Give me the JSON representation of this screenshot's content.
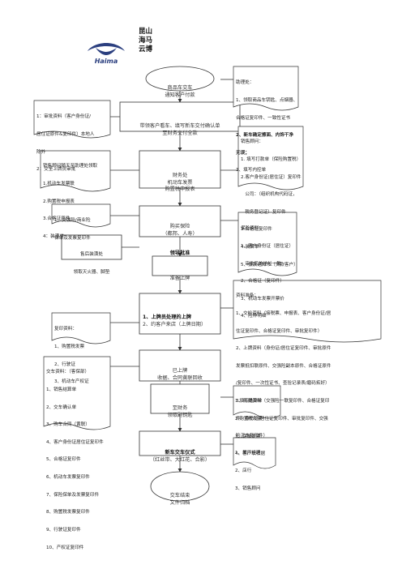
{
  "brand": {
    "name_lines": [
      "昆山",
      "海马",
      "云博"
    ],
    "logo_text": "Haima"
  },
  "nodes": {
    "start": [
      "商品车交车",
      "通知客户付款"
    ],
    "step1": [
      "带领客户看车、填写新车交付确认单",
      "至财务交付全款"
    ],
    "step2": [
      "财务处",
      "机动车发票",
      "购置税申报表"
    ],
    "step3": [
      "购买保险",
      "（都邦、人寿）",
      "领导批准"
    ],
    "step4": [
      "准备上牌"
    ],
    "step5a": [
      "1、上牌员处理的上牌",
      "2、约客户来店（上牌日期）"
    ],
    "step6": [
      "已上牌",
      "收据、合同黄联回收"
    ],
    "step7": [
      "至财务",
      "领取副钥匙"
    ],
    "step8": [
      "新车交车仪式",
      "（红丝带、大红花、合影）"
    ],
    "end": [
      "交车结束",
      "文件归档"
    ]
  },
  "notes": {
    "right1": [
      "助理处：",
      "1、领取商品车钥匙、点烟器、",
      "合格证复印件、一致性证书",
      "2、新车确定擦面、内饰干净",
      "无误；",
      "3、填写内控单"
    ],
    "left1": [
      "1：审批资料（客户身份证/",
      "居住证原件&复印件）本地人",
      "除外",
      "2：交至上牌员审批"
    ],
    "right2": [
      "销售顾问：",
      "1. 填写打款单（保险购置税）",
      "2.客户身份证(居住证）复印件",
      "   公司：（组织机构代码证，",
      "   税务登记证）复印件",
      "3.合格证复印件",
      "4.装潢单",
      "5、拔款通知书（贷款客户）"
    ],
    "left2": [
      "销售顾问随天至助理处领取",
      "1.机动车发票联",
      "2.购置税申报表",
      "3.合格证原件",
      "4：装潢单"
    ],
    "left3": [
      "1、交强险/商业险",
      "保单及发票复印件"
    ],
    "right3": [
      "保险资料：",
      "1、客户身份证（居住证）",
      "   审批后的地址一致",
      "2、合格证（复印件）",
      "3、机动车发票开票价",
      "4、险种明细"
    ],
    "left4": [
      "售后装潢处",
      "领取灭火器、脚垫"
    ],
    "right4": [
      "资料准备：",
      "1、交检资料（接税票、申报表、客户身份证/居",
      "住证复印件、合格证复印件、审批复印件）",
      "2、上牌资料（身份证/居住证复印件、审批原件",
      "发票抵扣联原件、交强险副本原件、合格证原件",
      "/复印件、一次性证书、查验记录表/磨码拓好）",
      "3、临牌资料（交强险一联复印件、合格证复印",
      "件、身份证/居住证复印件、审批复印件、交强",
      "险正本复印件）"
    ],
    "left5": [
      "复印资料：",
      "1、购置税发票",
      "2、行驶证",
      "3、机动车产权证"
    ],
    "left6": [
      "交车资料：（客保部）",
      "1、销售结算单",
      "2、交车确认单",
      "3、购车合同（黄联）",
      "4、客户身份证居住证复印件",
      "5、合格证复印件",
      "6、机动车发票复印件",
      "7、保险保单及发票复印件",
      "8、购置税发票复印件",
      "9、行驶证复印件",
      "10、产权证复印件"
    ],
    "right5": [
      "1.填写结算单",
      "2.购置税发票",
      "3、保单发票",
      "4、客户联收据"
    ],
    "right6": [
      "1、展厅经理",
      "2、店行",
      "3、销售顾问"
    ]
  }
}
